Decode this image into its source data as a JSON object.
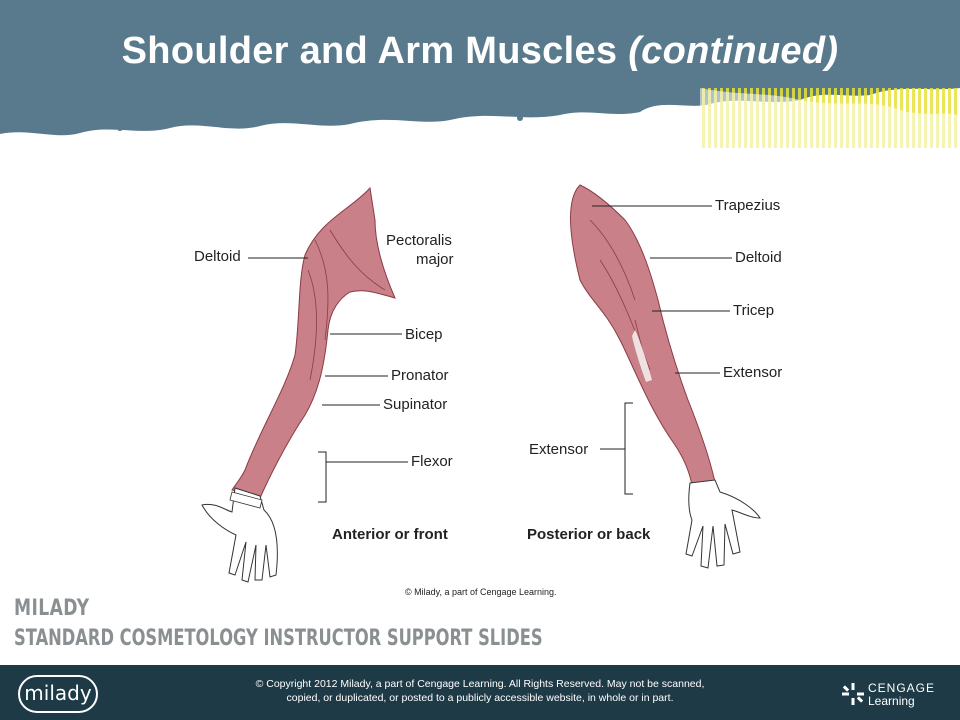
{
  "slide": {
    "title_main": "Shoulder and Arm Muscles",
    "title_continued": "(continued)"
  },
  "figure": {
    "anterior_labels": {
      "deltoid": "Deltoid",
      "pectoralis_line1": "Pectoralis",
      "pectoralis_line2": "major",
      "bicep": "Bicep",
      "pronator": "Pronator",
      "supinator": "Supinator",
      "flexor": "Flexor"
    },
    "posterior_labels": {
      "trapezius": "Trapezius",
      "deltoid": "Deltoid",
      "tricep": "Tricep",
      "extensor_upper": "Extensor",
      "extensor_lower": "Extensor"
    },
    "captions": {
      "anterior": "Anterior or front",
      "posterior": "Posterior or back"
    },
    "credit": "© Milady, a part of Cengage Learning."
  },
  "branding": {
    "line1": "MILADY",
    "line2": "STANDARD COSMETOLOGY INSTRUCTOR SUPPORT SLIDES"
  },
  "footer": {
    "copyright_line1": "© Copyright 2012 Milady, a part of Cengage Learning. All Rights Reserved. May not be scanned,",
    "copyright_line2": "copied, or duplicated, or posted to a publicly accessible website, in whole or in part.",
    "logo_left": "milady",
    "logo_right_line1": "CENGAGE",
    "logo_right_line2": "Learning"
  },
  "colors": {
    "header_blue": "#587a8c",
    "footer_navy": "#1e3a46",
    "accent_yellow": "#e8e23a",
    "muscle": "#c98088"
  }
}
